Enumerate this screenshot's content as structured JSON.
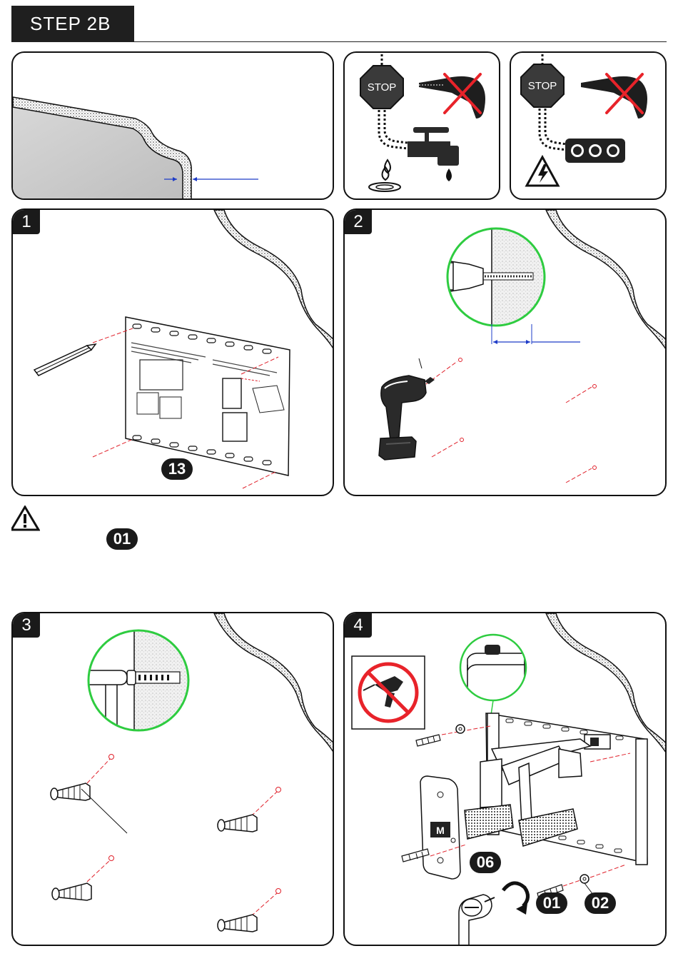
{
  "header": {
    "title": "STEP 2B"
  },
  "warning_panels": {
    "stop_label": "STOP"
  },
  "steps": [
    {
      "number": "1",
      "part_badge": "13"
    },
    {
      "number": "2"
    },
    {
      "number": "3"
    },
    {
      "number": "4",
      "part_badges": [
        "06",
        "01",
        "02"
      ]
    }
  ],
  "warning": {
    "part_badge": "01"
  },
  "colors": {
    "accent_green": "#2ecc40",
    "cross_red": "#e8232a",
    "dim_blue": "#1e3cc8",
    "guide_red": "#e0202a",
    "ink": "#111111"
  }
}
